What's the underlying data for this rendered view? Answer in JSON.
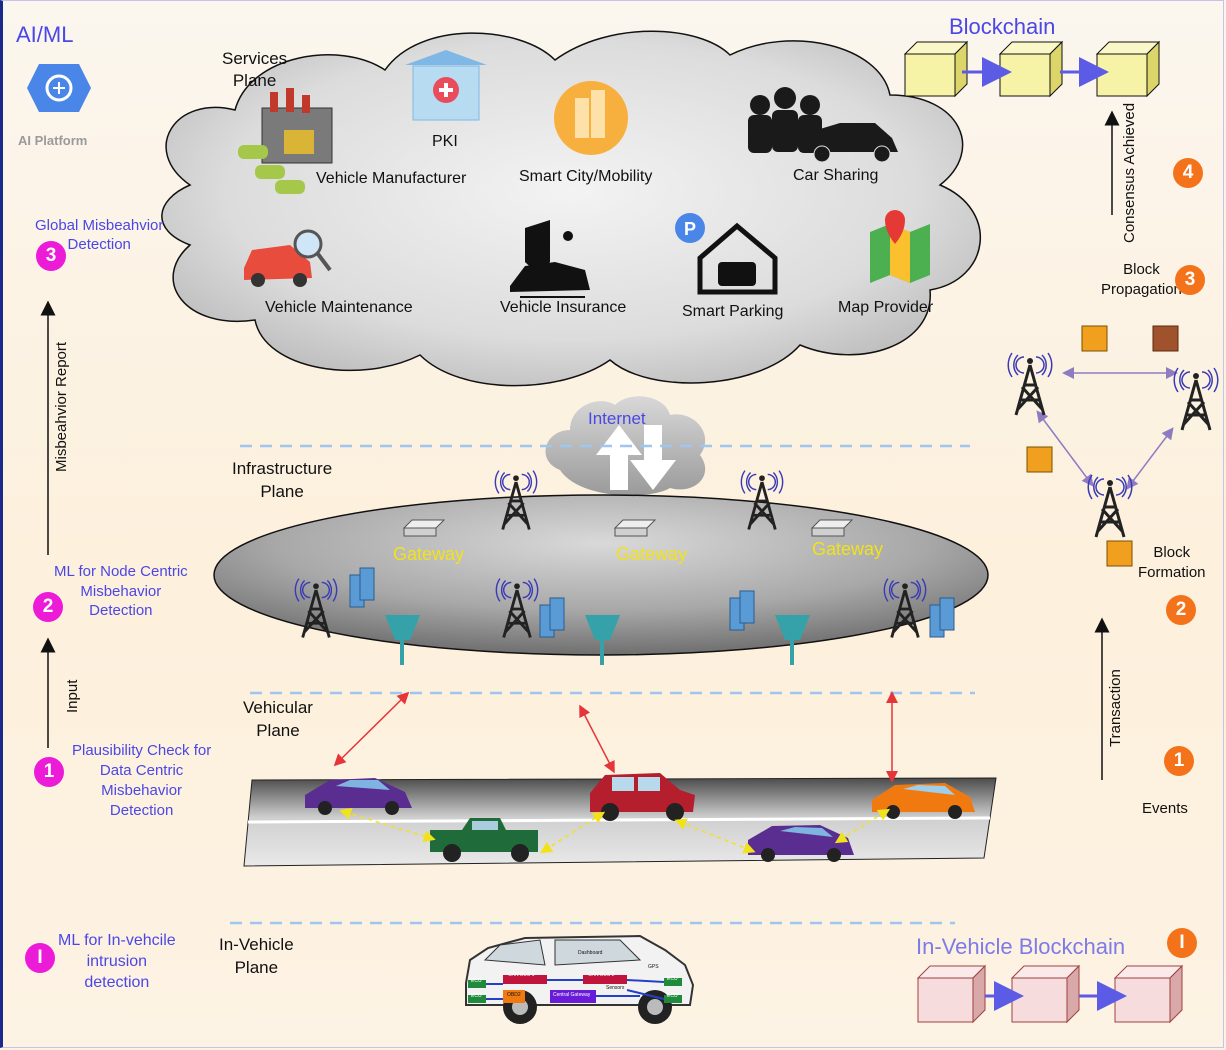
{
  "left_column": {
    "title": "AI/ML",
    "ai_platform_label": "AI Platform",
    "step3": {
      "badge": "3",
      "label": "Global Misbeahvior\nDetection"
    },
    "report_arrow": "Misbeahvior\nReport",
    "step2": {
      "badge": "2",
      "label": "ML for Node Centric\nMisbehavior\nDetection"
    },
    "input_arrow": "Input",
    "step1": {
      "badge": "1",
      "label": "Plausibility Check for\nData Centric\nMisbehavior\nDetection"
    },
    "stepI": {
      "badge": "I",
      "label": "ML for In-vehcile\nintrusion\ndetection"
    }
  },
  "services_plane": {
    "title": "Services\nPlane",
    "services": [
      {
        "label": "PKI",
        "icon": "pki-building-icon"
      },
      {
        "label": "Vehicle Manufacturer",
        "icon": "factory-icon"
      },
      {
        "label": "Smart City/Mobility",
        "icon": "smart-city-icon"
      },
      {
        "label": "Car Sharing",
        "icon": "car-sharing-icon"
      },
      {
        "label": "Vehicle Maintenance",
        "icon": "car-maintenance-icon"
      },
      {
        "label": "Vehicle Insurance",
        "icon": "insurance-icon"
      },
      {
        "label": "Smart Parking",
        "icon": "parking-icon"
      },
      {
        "label": "Map Provider",
        "icon": "map-icon"
      }
    ]
  },
  "internet_label": "Internet",
  "infrastructure_plane": {
    "title": "Infrastructure\nPlane",
    "gateways": [
      "Gateway",
      "Gateway",
      "Gateway"
    ]
  },
  "vehicular_plane": {
    "title": "Vehicular\nPlane"
  },
  "in_vehicle_plane": {
    "title": "In-Vehicle\nPlane",
    "car_labels": [
      "CAN BUS 1",
      "CAN BUS 2",
      "Dashboard",
      "OBD2",
      "Central Gateway",
      "Sensors",
      "GPS",
      "ECU",
      "ECU",
      "ECU",
      "ECU"
    ]
  },
  "right_column": {
    "blockchain_title": "Blockchain",
    "consensus_arrow": "Consensus\nAchieved",
    "step4": {
      "badge": "4"
    },
    "step3": {
      "badge": "3",
      "label": "Block\nPropagation"
    },
    "step2": {
      "badge": "2",
      "label": "Block\nFormation"
    },
    "transaction_arrow": "Transaction",
    "step1": {
      "badge": "1",
      "label": "Events"
    },
    "in_vehicle_blockchain": {
      "title": "In-Vehicle Blockchain",
      "badge": "I"
    }
  },
  "colors": {
    "accent_blue": "#4b47e6",
    "badge_magenta": "#ec1bd8",
    "badge_orange": "#f4731a",
    "gateway_yellow": "#f2e21a",
    "link_red": "#e5343a",
    "v2v_yellow": "#f2e21a",
    "dashed_blue": "#9ec6ee",
    "block_yellow": "#f6f3a6",
    "block_pink": "#f6dcdc"
  }
}
